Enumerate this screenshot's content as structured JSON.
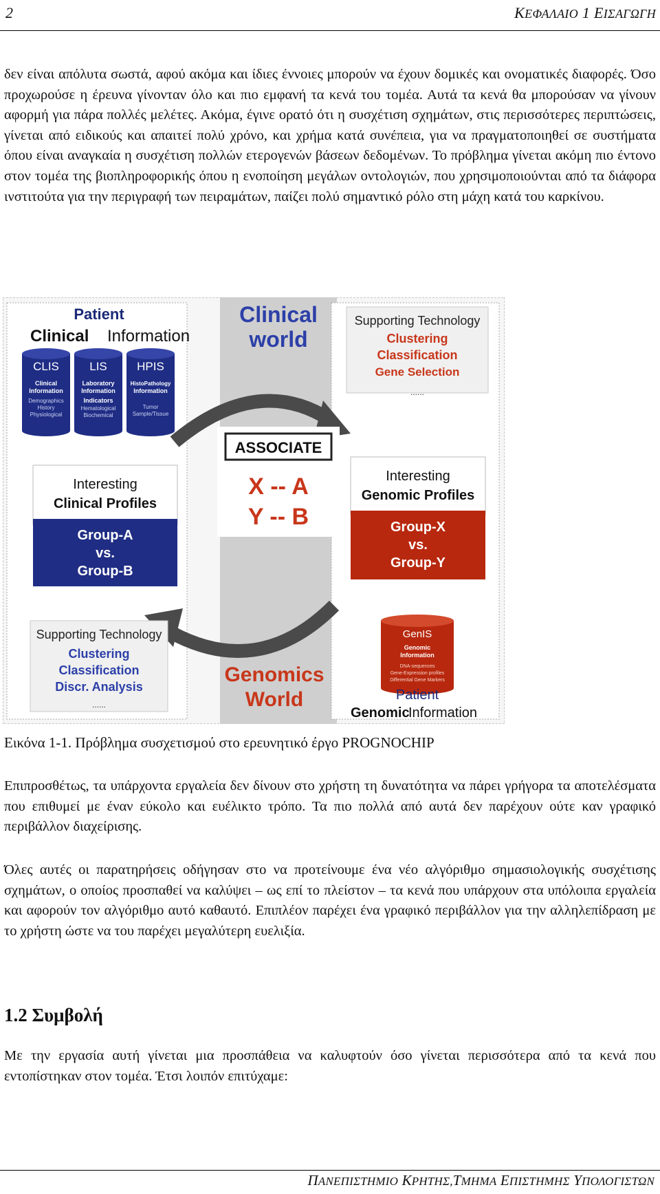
{
  "header": {
    "page_number": "2",
    "chapter_prefix": "Κ",
    "chapter_rest": "ΕΦΑΛΑΙΟ",
    "chapter_num": "1",
    "chapter_title_initial": "Ε",
    "chapter_title_rest": "ΙΣΑΓΩΓΗ"
  },
  "paragraphs": {
    "p1": "δεν είναι απόλυτα σωστά, αφού ακόμα και ίδιες έννοιες μπορούν να έχουν δομικές και ονοματικές διαφορές. Όσο προχωρούσε η έρευνα γίνονταν όλο και πιο εμφανή τα κενά του τομέα. Αυτά τα κενά θα μπορούσαν να γίνουν αφορμή για πάρα πολλές μελέτες. Ακόμα, έγινε ορατό ότι η συσχέτιση σχημάτων, στις περισσότερες περιπτώσεις, γίνεται από ειδικούς και απαιτεί πολύ χρόνο, και χρήμα κατά συνέπεια, για να πραγματοποιηθεί σε συστήματα όπου είναι αναγκαία η συσχέτιση πολλών ετερογενών βάσεων δεδομένων. Το πρόβλημα γίνεται ακόμη πιο έντονο στον τομέα της βιοπληροφορικής όπου η ενοποίηση μεγάλων οντολογιών, που χρησιμοποιούνται από τα διάφορα ινστιτούτα για την περιγραφή των πειραμάτων, παίζει πολύ σημαντικό ρόλο στη μάχη κατά του καρκίνου.",
    "p2": "Επιπροσθέτως, τα υπάρχοντα εργαλεία δεν δίνουν στο χρήστη τη δυνατότητα να πάρει γρήγορα τα αποτελέσματα που επιθυμεί με έναν εύκολο και ευέλικτο τρόπο. Τα πιο πολλά από αυτά δεν παρέχουν ούτε καν γραφικό περιβάλλον διαχείρισης.",
    "p3": "Όλες αυτές οι παρατηρήσεις οδήγησαν στο να προτείνουμε ένα νέο αλγόριθμο σημασιολογικής συσχέτισης σχημάτων, ο οποίος προσπαθεί να καλύψει – ως επί το πλείστον – τα κενά που υπάρχουν στα υπόλοιπα εργαλεία και αφορούν τον αλγόριθμο αυτό καθαυτό. Επιπλέον παρέχει ένα γραφικό περιβάλλον για την αλληλεπίδραση με το χρήστη ώστε να του παρέχει μεγαλύτερη ευελιξία.",
    "p4": "Με την εργασία αυτή γίνεται μια προσπάθεια να καλυφτούν όσο γίνεται περισσότερα από τα κενά που εντοπίστηκαν στον τομέα. Έτσι λοιπόν επιτύχαμε:"
  },
  "figure": {
    "caption": "Εικόνα 1-1. Πρόβλημα συσχετισμού στο ερευνητικό έργο PROGNOCHIP",
    "colors": {
      "blue": "#1f2d85",
      "red": "#b8280e",
      "gray": "#cfcfcf",
      "navy_text": "#1a2a78"
    },
    "patient_clinical": {
      "line1": "Patient",
      "line2": "Clinical",
      "line3": "Information"
    },
    "clinical_world": {
      "line1": "Clinical",
      "line2": "world"
    },
    "dbs": [
      {
        "name": "CLIS",
        "sub": [
          "Clinical",
          "Information",
          "Demographics",
          "History",
          "Physiological"
        ]
      },
      {
        "name": "LIS",
        "sub": [
          "Laboratory",
          "Information",
          "Indicators",
          "Hematological",
          "Biochemical"
        ]
      },
      {
        "name": "HPIS",
        "sub": [
          "HistoPathology",
          "Information",
          "",
          "Tumor",
          "Sample/Tissue"
        ]
      }
    ],
    "supporting_top": {
      "title": "Supporting Technology",
      "items": [
        "Clustering",
        "Classification",
        "Gene Selection"
      ],
      "dots": "......"
    },
    "associate": {
      "title": "ASSOCIATE",
      "line1": "X -- A",
      "line2": "Y -- B"
    },
    "clinical_profiles": {
      "line1": "Interesting",
      "line2": "Clinical Profiles",
      "g1": "Group-A",
      "vs": "vs.",
      "g2": "Group-B"
    },
    "genomic_profiles": {
      "line1": "Interesting",
      "line2": "Genomic Profiles",
      "g1": "Group-X",
      "vs": "vs.",
      "g2": "Group-Y"
    },
    "supporting_bottom": {
      "title": "Supporting Technology",
      "items": [
        "Clustering",
        "Classification",
        "Discr. Analysis"
      ],
      "dots": "......"
    },
    "genomics_world": {
      "line1": "Genomics",
      "line2": "World"
    },
    "genis": {
      "name": "GenIS",
      "sub": [
        "Genomic",
        "Information",
        "DNA-sequences",
        "Gene-Expression profiles",
        "Differential Gene Markers"
      ]
    },
    "patient_genomic": {
      "line1": "Patient",
      "line2a": "Genomic",
      "line2b": "Information"
    }
  },
  "section": {
    "number": "1.2",
    "title": "Συμβολή"
  },
  "footer": {
    "u_initial": "Π",
    "u_rest": "ΑΝΕΠΙΣΤΗΜΙΟ",
    "c_initial": "Κ",
    "c_rest": "ΡΗΤΗΣ,",
    "d_initial": "Τ",
    "d_rest": "ΜΗΜΑ",
    "s_initial": "Ε",
    "s_rest": "ΠΙΣΤΗΜΗΣ",
    "y_initial": "Υ",
    "y_rest": "ΠΟΛΟΓΙΣΤΩΝ"
  }
}
